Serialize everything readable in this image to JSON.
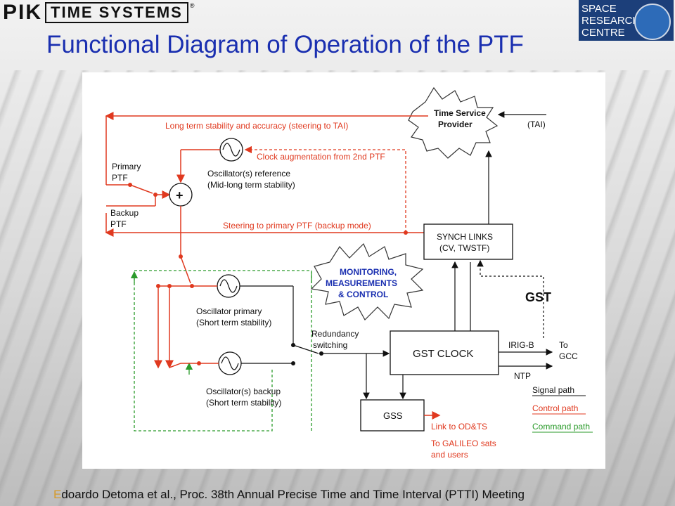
{
  "header": {
    "logo_pik": "PIK",
    "logo_time_systems": "TIME SYSTEMS",
    "logo_registered": "®",
    "src_line1": "SPACE",
    "src_line2": "RESEARCH",
    "src_line3": "CENTRE",
    "title": "Functional Diagram of Operation of the PTF"
  },
  "diagram": {
    "time_service_provider_1": "Time Service",
    "time_service_provider_2": "Provider",
    "tai": "(TAI)",
    "long_term": "Long term stability and accuracy (steering to TAI)",
    "primary_1": "Primary",
    "primary_2": "PTF",
    "backup_1": "Backup",
    "backup_2": "PTF",
    "clock_aug": "Clock augmentation from 2nd PTF",
    "osc_ref_1": "Oscillator(s) reference",
    "osc_ref_2": "(Mid-long term stability)",
    "plus": "+",
    "steering": "Steering to primary PTF (backup mode)",
    "synch_1": "SYNCH LINKS",
    "synch_2": "(CV, TWSTF)",
    "monitoring_1": "MONITORING,",
    "monitoring_2": "MEASUREMENTS",
    "monitoring_3": "& CONTROL",
    "gst": "GST",
    "osc_primary_1": "Oscillator primary",
    "osc_primary_2": "(Short term stability)",
    "redundancy_1": "Redundancy",
    "redundancy_2": "switching",
    "gst_clock": "GST CLOCK",
    "irig": "IRIG-B",
    "to_1": "To",
    "to_2": "GCC",
    "ntp": "NTP",
    "osc_backup_1": "Oscillator(s) backup",
    "osc_backup_2": "(Short term stability)",
    "gss": "GSS",
    "link_odts": "Link to OD&TS",
    "galileo_1": "To GALILEO sats",
    "galileo_2": "and users",
    "legend_signal": "Signal path",
    "legend_control": "Control path",
    "legend_command": "Command path"
  },
  "footer": {
    "first_letter": "E",
    "rest": "doardo Detoma et al., Proc. 38th Annual Precise Time and Time Interval (PTTI) Meeting"
  },
  "colors": {
    "signal": "#111111",
    "control": "#e0391f",
    "command": "#2a9a2a",
    "title": "#1a2fb0"
  }
}
